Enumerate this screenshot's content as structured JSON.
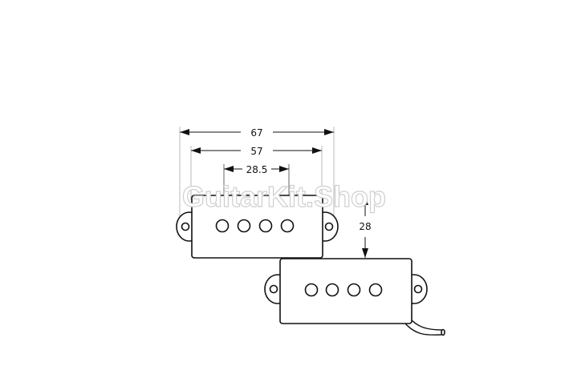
{
  "watermark": "GuitarKit.Shop",
  "dimensions": {
    "overall_width": "67",
    "body_width": "57",
    "pole_span": "28.5",
    "height": "28"
  },
  "pickups": [
    {
      "pole_count": 4,
      "has_wire": false
    },
    {
      "pole_count": 4,
      "has_wire": true
    }
  ]
}
